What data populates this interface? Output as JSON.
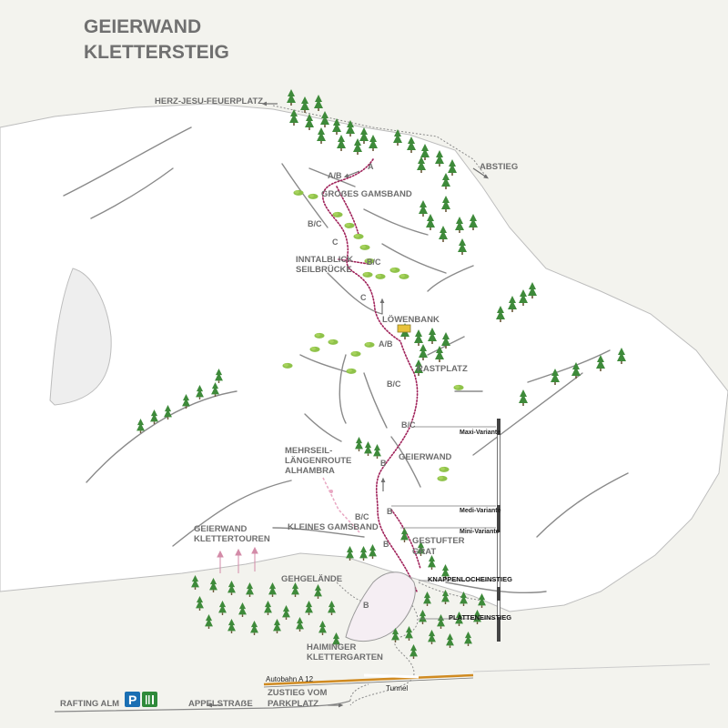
{
  "title": {
    "line1": "GEIERWAND",
    "line2": "KLETTERSTEIG"
  },
  "labels": {
    "herz_jesu": "HERZ-JESU-FEUERPLATZ",
    "abstieg": "ABSTIEG",
    "grosses_gamsband": "GROẞES GAMSBAND",
    "inntalblick_1": "INNTALBLICK",
    "inntalblick_2": "SEILBRÜCKE",
    "loewenbank": "LÖWENBANK",
    "rastplatz": "RASTPLATZ",
    "geierwand": "GEIERWAND",
    "mehrseil_1": "MEHRSEIL-",
    "mehrseil_2": "LÄNGENROUTE",
    "mehrseil_3": "ALHAMBRA",
    "kleines_gamsband": "KLEINES GAMSBAND",
    "gestufter_1": "GESTUFTER",
    "gestufter_2": "GRAT",
    "klettertouren_1": "GEIERWAND",
    "klettertouren_2": "KLETTERTOUREN",
    "gehgelaende": "GEHGELÄNDE",
    "klettergarten_1": "HAIMINGER",
    "klettergarten_2": "KLETTERGARTEN",
    "rafting": "RAFTING ALM",
    "appelstrasse": "APPELSTRAẞE",
    "zustieg_1": "ZUSTIEG VOM",
    "zustieg_2": "PARKPLATZ",
    "autobahn": "Autobahn A 12",
    "tunnel": "Tunnel"
  },
  "grades": {
    "g1": "A",
    "g2": "A/B",
    "g3": "B/C",
    "g4": "C",
    "g5": "B/C",
    "g6": "C",
    "g7": "A/B",
    "g8": "B/C",
    "g9": "B/C",
    "g10": "B",
    "g11": "B/C",
    "g12": "B",
    "g13": "B",
    "g14": "B"
  },
  "variants": {
    "maxi": "Maxi-Variante",
    "medi": "Medi-Variante",
    "mini": "Mini-Variante",
    "knappen": "KNAPPENLOCHEINSTIEG",
    "platten": "PLATTENEINSTIEG"
  },
  "icons": {
    "parking": "P",
    "restaurant": "restaurant-icon"
  },
  "colors": {
    "background": "#f3f3ee",
    "mountain": "#ffffff",
    "route": "#a0225a",
    "tree": "#3e8a3a",
    "text": "#6e6e6e",
    "parking": "#1a6fb3",
    "restaurant": "#2f8a3a",
    "autobahn": "#d08a20"
  }
}
